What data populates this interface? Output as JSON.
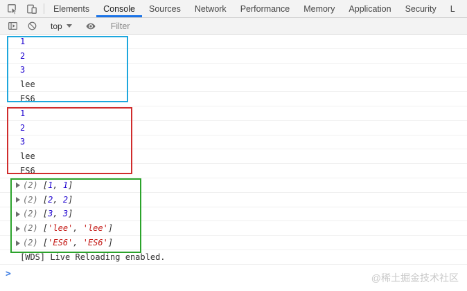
{
  "colors": {
    "accent": "#1a73e8",
    "number": "#1c00cf",
    "string": "#c41a16",
    "preview-count": "#6e6e6e",
    "prompt": "#3779e2",
    "box-blue": "#1da7dd",
    "box-red": "#d02c2c",
    "box-green": "#2ba32b",
    "watermark": "#c9c9c9"
  },
  "tabs": {
    "items": [
      {
        "label": "Elements",
        "selected": false
      },
      {
        "label": "Console",
        "selected": true
      },
      {
        "label": "Sources",
        "selected": false
      },
      {
        "label": "Network",
        "selected": false
      },
      {
        "label": "Performance",
        "selected": false
      },
      {
        "label": "Memory",
        "selected": false
      },
      {
        "label": "Application",
        "selected": false
      },
      {
        "label": "Security",
        "selected": false
      },
      {
        "label": "L",
        "selected": false
      }
    ]
  },
  "toolbar": {
    "context": "top",
    "filter_placeholder": "Filter"
  },
  "console": {
    "groups": [
      {
        "name": "blue-box-logs",
        "rows": [
          {
            "kind": "number",
            "text": "1"
          },
          {
            "kind": "number",
            "text": "2"
          },
          {
            "kind": "number",
            "text": "3"
          },
          {
            "kind": "plain",
            "text": "lee"
          },
          {
            "kind": "plain",
            "text": "ES6"
          }
        ]
      },
      {
        "name": "red-box-logs",
        "rows": [
          {
            "kind": "number",
            "text": "1"
          },
          {
            "kind": "number",
            "text": "2"
          },
          {
            "kind": "number",
            "text": "3"
          },
          {
            "kind": "plain",
            "text": "lee"
          },
          {
            "kind": "plain",
            "text": "ES6"
          }
        ]
      },
      {
        "name": "green-box-logs",
        "rows": [
          {
            "kind": "array",
            "count": "(2)",
            "items": [
              {
                "text": "1",
                "type": "num"
              },
              {
                "text": "1",
                "type": "num"
              }
            ]
          },
          {
            "kind": "array",
            "count": "(2)",
            "items": [
              {
                "text": "2",
                "type": "num"
              },
              {
                "text": "2",
                "type": "num"
              }
            ]
          },
          {
            "kind": "array",
            "count": "(2)",
            "items": [
              {
                "text": "3",
                "type": "num"
              },
              {
                "text": "3",
                "type": "num"
              }
            ]
          },
          {
            "kind": "array",
            "count": "(2)",
            "items": [
              {
                "text": "'lee'",
                "type": "str"
              },
              {
                "text": "'lee'",
                "type": "str"
              }
            ]
          },
          {
            "kind": "array",
            "count": "(2)",
            "items": [
              {
                "text": "'ES6'",
                "type": "str"
              },
              {
                "text": "'ES6'",
                "type": "str"
              }
            ]
          }
        ]
      }
    ],
    "extra_rows": [
      {
        "kind": "plain",
        "text": "[WDS] Live Reloading enabled."
      }
    ],
    "prompt_chevron": ">"
  },
  "watermark": "@稀土掘金技术社区"
}
